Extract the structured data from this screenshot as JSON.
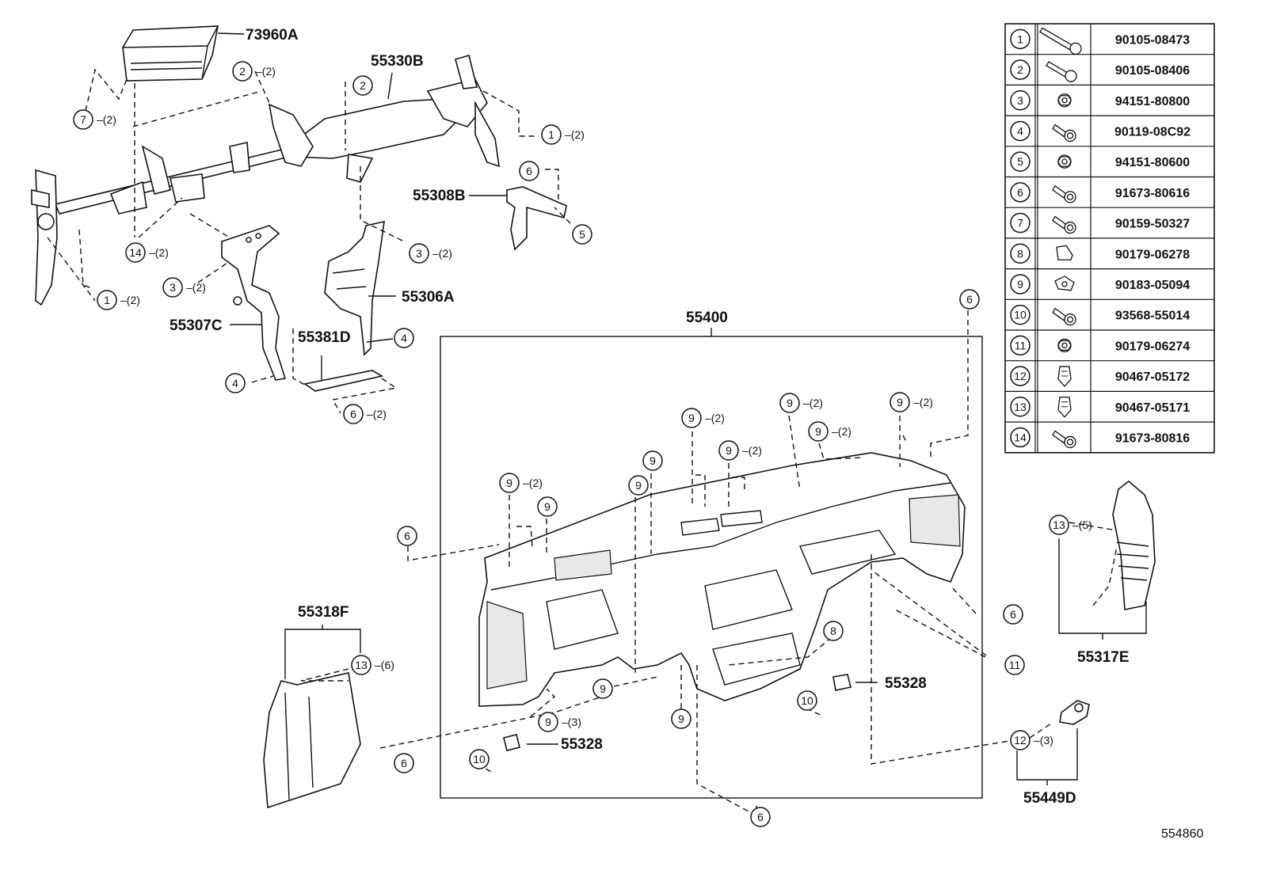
{
  "diagram_id": "554860",
  "parts": [
    {
      "key": "airbag",
      "label": "73960A"
    },
    {
      "key": "reinforcement",
      "label": "55330B"
    },
    {
      "key": "brace_right",
      "label": "55308B"
    },
    {
      "key": "brace_center",
      "label": "55306A"
    },
    {
      "key": "brace_left",
      "label": "55307C"
    },
    {
      "key": "bracket_lower",
      "label": "55381D"
    },
    {
      "key": "panel",
      "label": "55400"
    },
    {
      "key": "side_left",
      "label": "55318F"
    },
    {
      "key": "side_right",
      "label": "55317E"
    },
    {
      "key": "clip_right",
      "label": "55328"
    },
    {
      "key": "clip_left",
      "label": "55328"
    },
    {
      "key": "bracket_12",
      "label": "55449D"
    }
  ],
  "callouts": [
    {
      "n": "1",
      "qty": "(2)"
    },
    {
      "n": "2",
      "qty": "(2)"
    },
    {
      "n": "2",
      "qty": ""
    },
    {
      "n": "7",
      "qty": "(2)"
    },
    {
      "n": "1",
      "qty": "(2)"
    },
    {
      "n": "6",
      "qty": ""
    },
    {
      "n": "5",
      "qty": ""
    },
    {
      "n": "14",
      "qty": "(2)"
    },
    {
      "n": "3",
      "qty": "(2)"
    },
    {
      "n": "3",
      "qty": "(2)"
    },
    {
      "n": "4",
      "qty": ""
    },
    {
      "n": "4",
      "qty": ""
    },
    {
      "n": "6",
      "qty": "(2)"
    },
    {
      "n": "6",
      "qty": ""
    },
    {
      "n": "9",
      "qty": "(2)"
    },
    {
      "n": "9",
      "qty": "(2)"
    },
    {
      "n": "9",
      "qty": "(2)"
    },
    {
      "n": "9",
      "qty": "(2)"
    },
    {
      "n": "9",
      "qty": "(2)"
    },
    {
      "n": "9",
      "qty": ""
    },
    {
      "n": "9",
      "qty": ""
    },
    {
      "n": "9",
      "qty": "(2)"
    },
    {
      "n": "9",
      "qty": ""
    },
    {
      "n": "6",
      "qty": ""
    },
    {
      "n": "6",
      "qty": ""
    },
    {
      "n": "8",
      "qty": ""
    },
    {
      "n": "11",
      "qty": ""
    },
    {
      "n": "9",
      "qty": ""
    },
    {
      "n": "9",
      "qty": ""
    },
    {
      "n": "9",
      "qty": "(3)"
    },
    {
      "n": "10",
      "qty": ""
    },
    {
      "n": "10",
      "qty": ""
    },
    {
      "n": "6",
      "qty": ""
    },
    {
      "n": "6",
      "qty": ""
    },
    {
      "n": "12",
      "qty": "(3)"
    },
    {
      "n": "13",
      "qty": "(6)"
    },
    {
      "n": "13",
      "qty": "(5)"
    }
  ],
  "fastener_table": [
    {
      "n": "1",
      "icon": "long-bolt-icon",
      "part": "90105-08473"
    },
    {
      "n": "2",
      "icon": "flange-bolt-icon",
      "part": "90105-08406"
    },
    {
      "n": "3",
      "icon": "flange-nut-icon",
      "part": "94151-80800"
    },
    {
      "n": "4",
      "icon": "washer-bolt-icon",
      "part": "90119-08C92"
    },
    {
      "n": "5",
      "icon": "flange-nut-icon",
      "part": "94151-80600"
    },
    {
      "n": "6",
      "icon": "screw-icon",
      "part": "91673-80616"
    },
    {
      "n": "7",
      "icon": "screw-icon",
      "part": "90159-50327"
    },
    {
      "n": "8",
      "icon": "clip-nut-icon",
      "part": "90179-06278"
    },
    {
      "n": "9",
      "icon": "spring-clip-icon",
      "part": "90183-05094"
    },
    {
      "n": "10",
      "icon": "screw-icon",
      "part": "93568-55014"
    },
    {
      "n": "11",
      "icon": "cage-nut-icon",
      "part": "90179-06274"
    },
    {
      "n": "12",
      "icon": "push-clip-icon",
      "part": "90467-05172"
    },
    {
      "n": "13",
      "icon": "push-clip-icon",
      "part": "90467-05171"
    },
    {
      "n": "14",
      "icon": "screw-icon",
      "part": "91673-80816"
    }
  ]
}
